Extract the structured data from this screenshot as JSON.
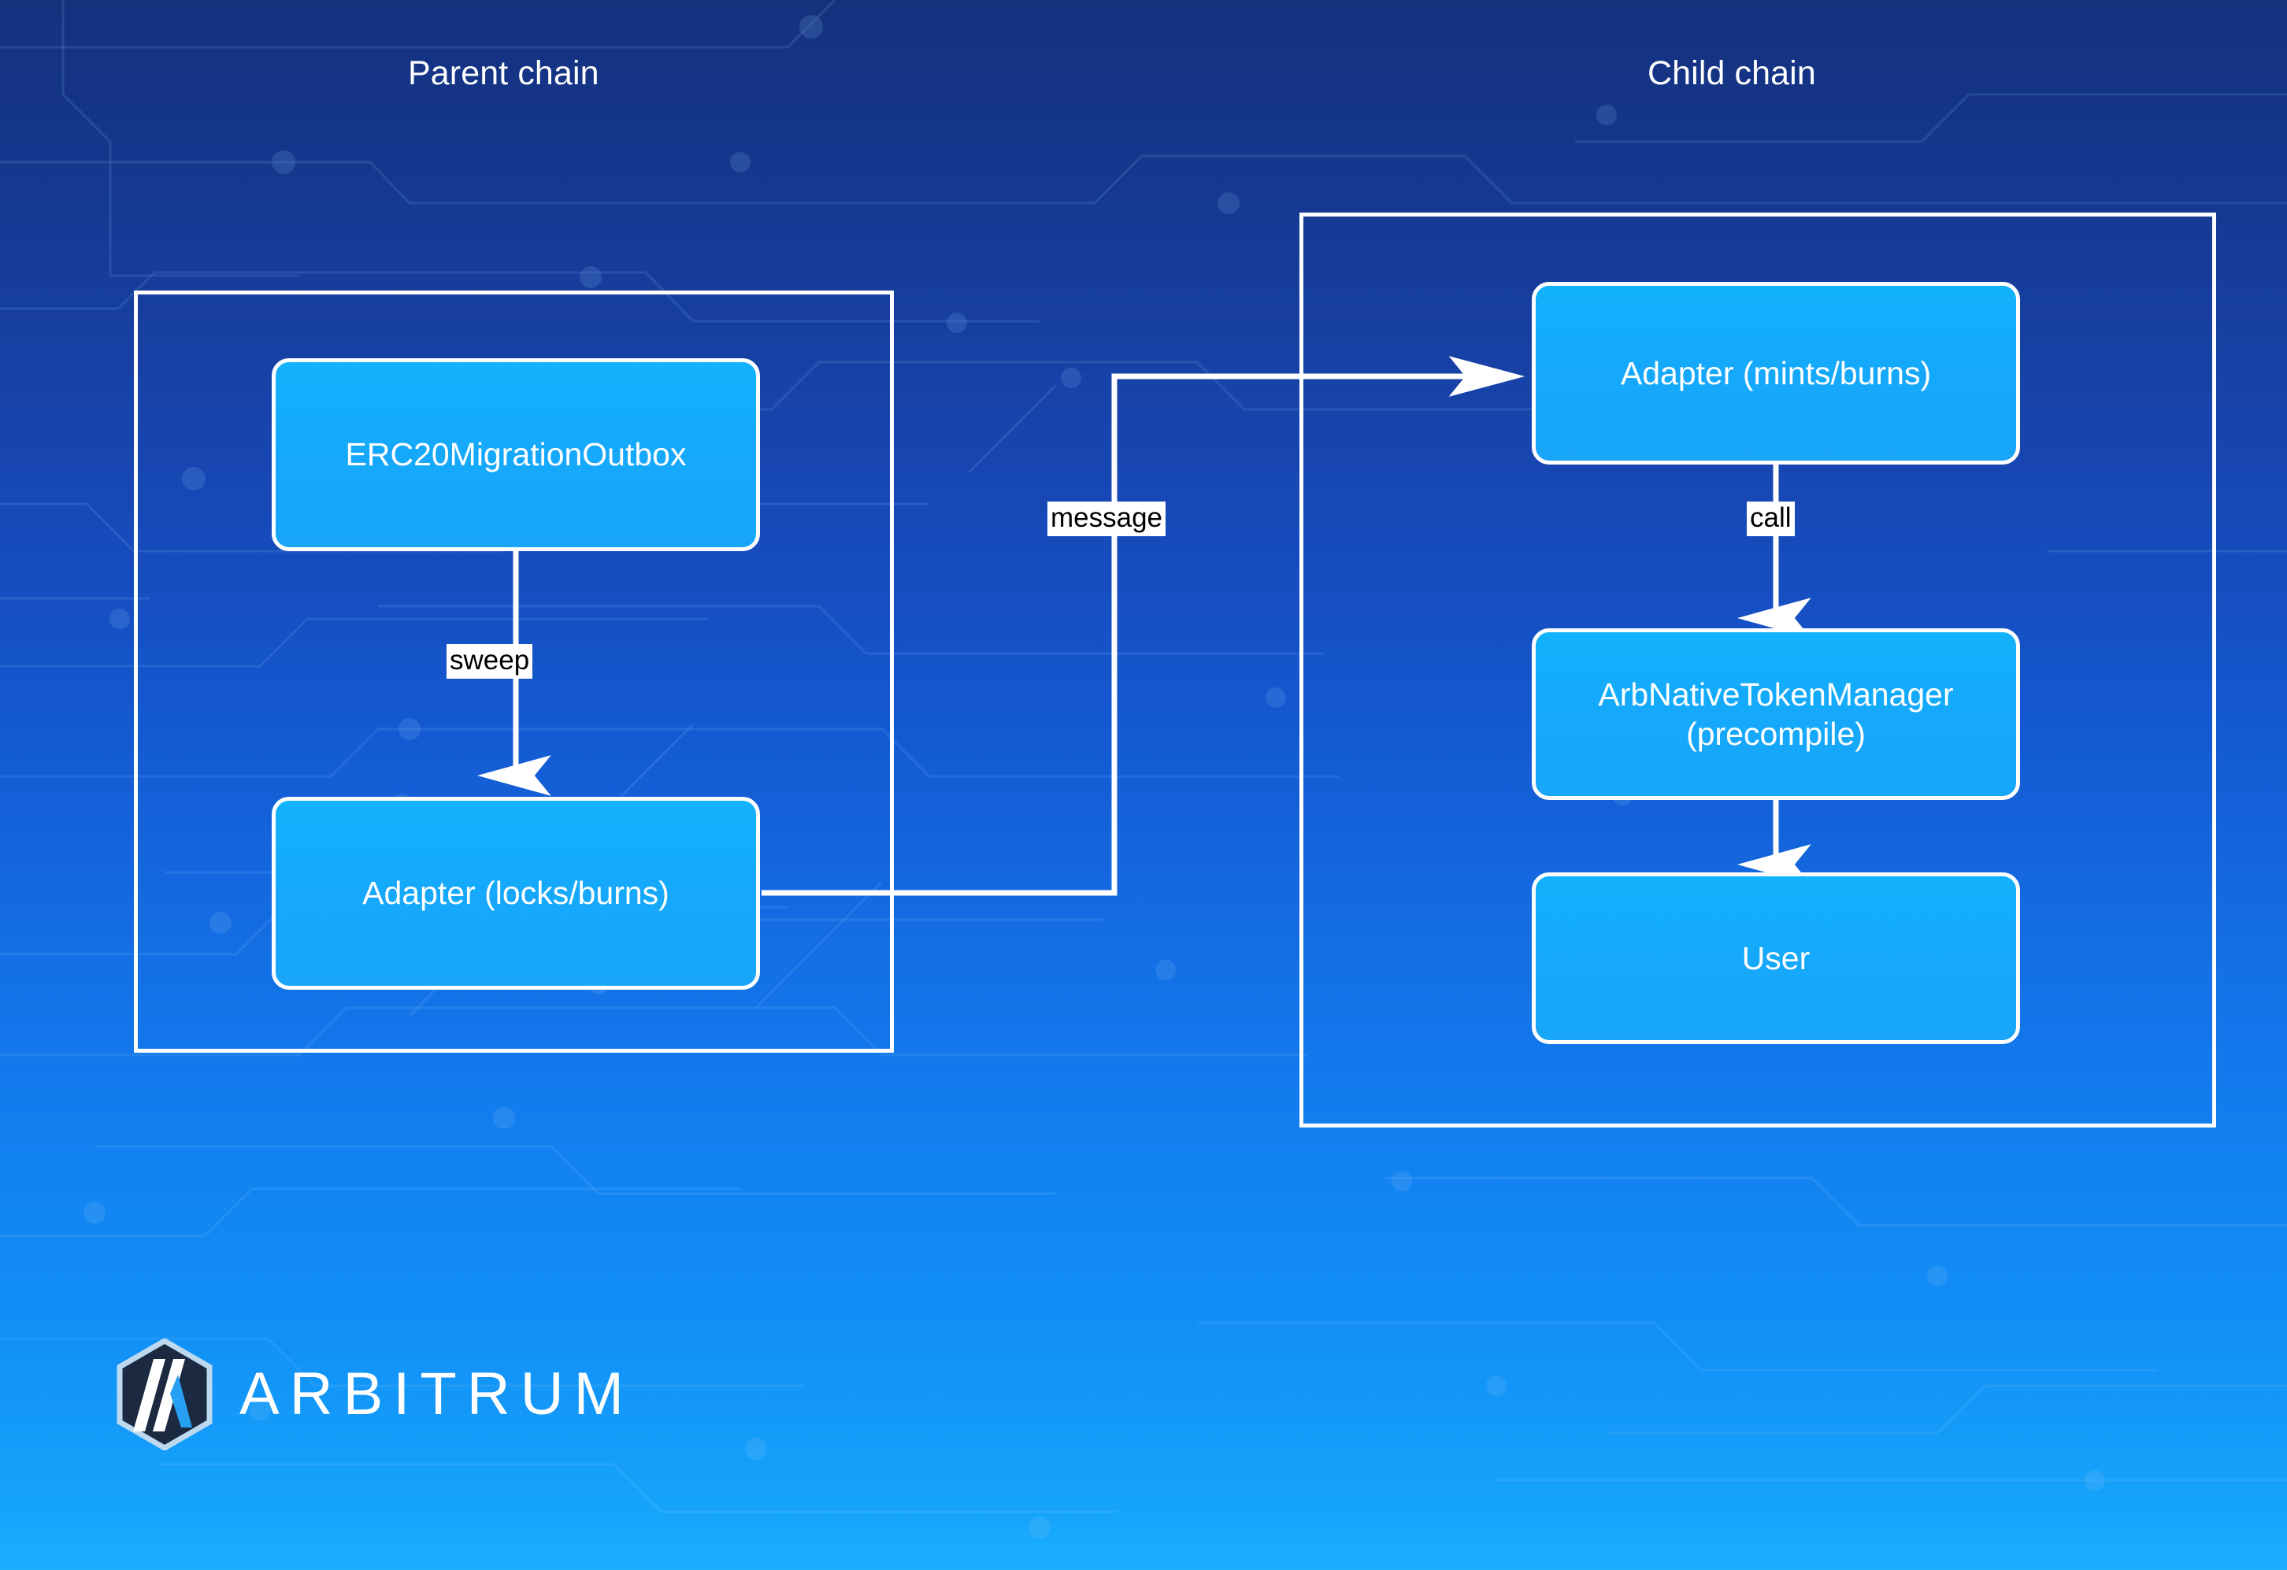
{
  "diagram": {
    "title_parent": "Parent chain",
    "title_child": "Child chain",
    "parent_nodes": [
      {
        "id": "erc20-migration-outbox",
        "label": "ERC20MigrationOutbox"
      },
      {
        "id": "adapter-locks-burns",
        "label": "Adapter (locks/burns)"
      }
    ],
    "child_nodes": [
      {
        "id": "adapter-mints-burns",
        "label": "Adapter (mints/burns)"
      },
      {
        "id": "arb-native-token-manager",
        "label_line1": "ArbNativeTokenManager",
        "label_line2": "(precompile)"
      },
      {
        "id": "user",
        "label": "User"
      }
    ],
    "edges": [
      {
        "id": "sweep",
        "label": "sweep",
        "from": "erc20-migration-outbox",
        "to": "adapter-locks-burns"
      },
      {
        "id": "message",
        "label": "message",
        "from": "adapter-locks-burns",
        "to": "adapter-mints-burns"
      },
      {
        "id": "call",
        "label": "call",
        "from": "adapter-mints-burns",
        "to": "arb-native-token-manager"
      },
      {
        "id": "mint",
        "label": "",
        "from": "arb-native-token-manager",
        "to": "user"
      }
    ],
    "colors": {
      "node_fill": "#14a9fb",
      "stroke": "#ffffff",
      "label_bg": "#ffffff",
      "label_fg": "#000000",
      "bg_top": "#15317e",
      "bg_bottom": "#1aaefd"
    }
  },
  "brand": {
    "name": "ARBITRUM",
    "logo": "arbitrum-logo-icon"
  }
}
